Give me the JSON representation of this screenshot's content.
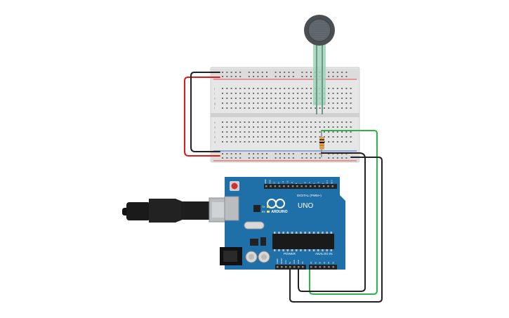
{
  "board": {
    "logo_text": "ARDUINO",
    "model": "UNO",
    "digital_label": "DIGITAL (PWM~)",
    "power_label": "POWER",
    "analog_label": "ANALOG IN",
    "led_labels": [
      "TX",
      "RX"
    ],
    "header_pins_top": [
      "AREF",
      "GND",
      "13",
      "12",
      "~11",
      "~10",
      "~9",
      "8",
      "7",
      "~6",
      "~5",
      "4",
      "~3",
      "2",
      "TX 1",
      "RX 0"
    ],
    "header_pins_power": [
      "IOREF",
      "RESET",
      "3.3V",
      "5V",
      "GND",
      "GND",
      "Vin"
    ],
    "header_pins_analog": [
      "A0",
      "A1",
      "A2",
      "A3",
      "A4",
      "A5"
    ]
  },
  "breadboard": {
    "row_letters_top": [
      "j",
      "i",
      "h",
      "g",
      "f"
    ],
    "row_letters_bottom": [
      "e",
      "d",
      "c",
      "b",
      "a"
    ]
  },
  "colors": {
    "board_blue": "#1f6fa8",
    "wire_red": "#e01a1a",
    "wire_black": "#222222",
    "wire_green": "#2db34a",
    "sensor_body": "#4a4f54",
    "sensor_leads": "#9ed3b8",
    "breadboard": "#e6e6e6",
    "rail_red": "#e05050",
    "rail_blue": "#3a6fd8"
  },
  "components": {
    "sensor_icon": "force-sensor-icon",
    "resistor_icon": "resistor-icon",
    "usb_icon": "usb-cable-icon"
  }
}
